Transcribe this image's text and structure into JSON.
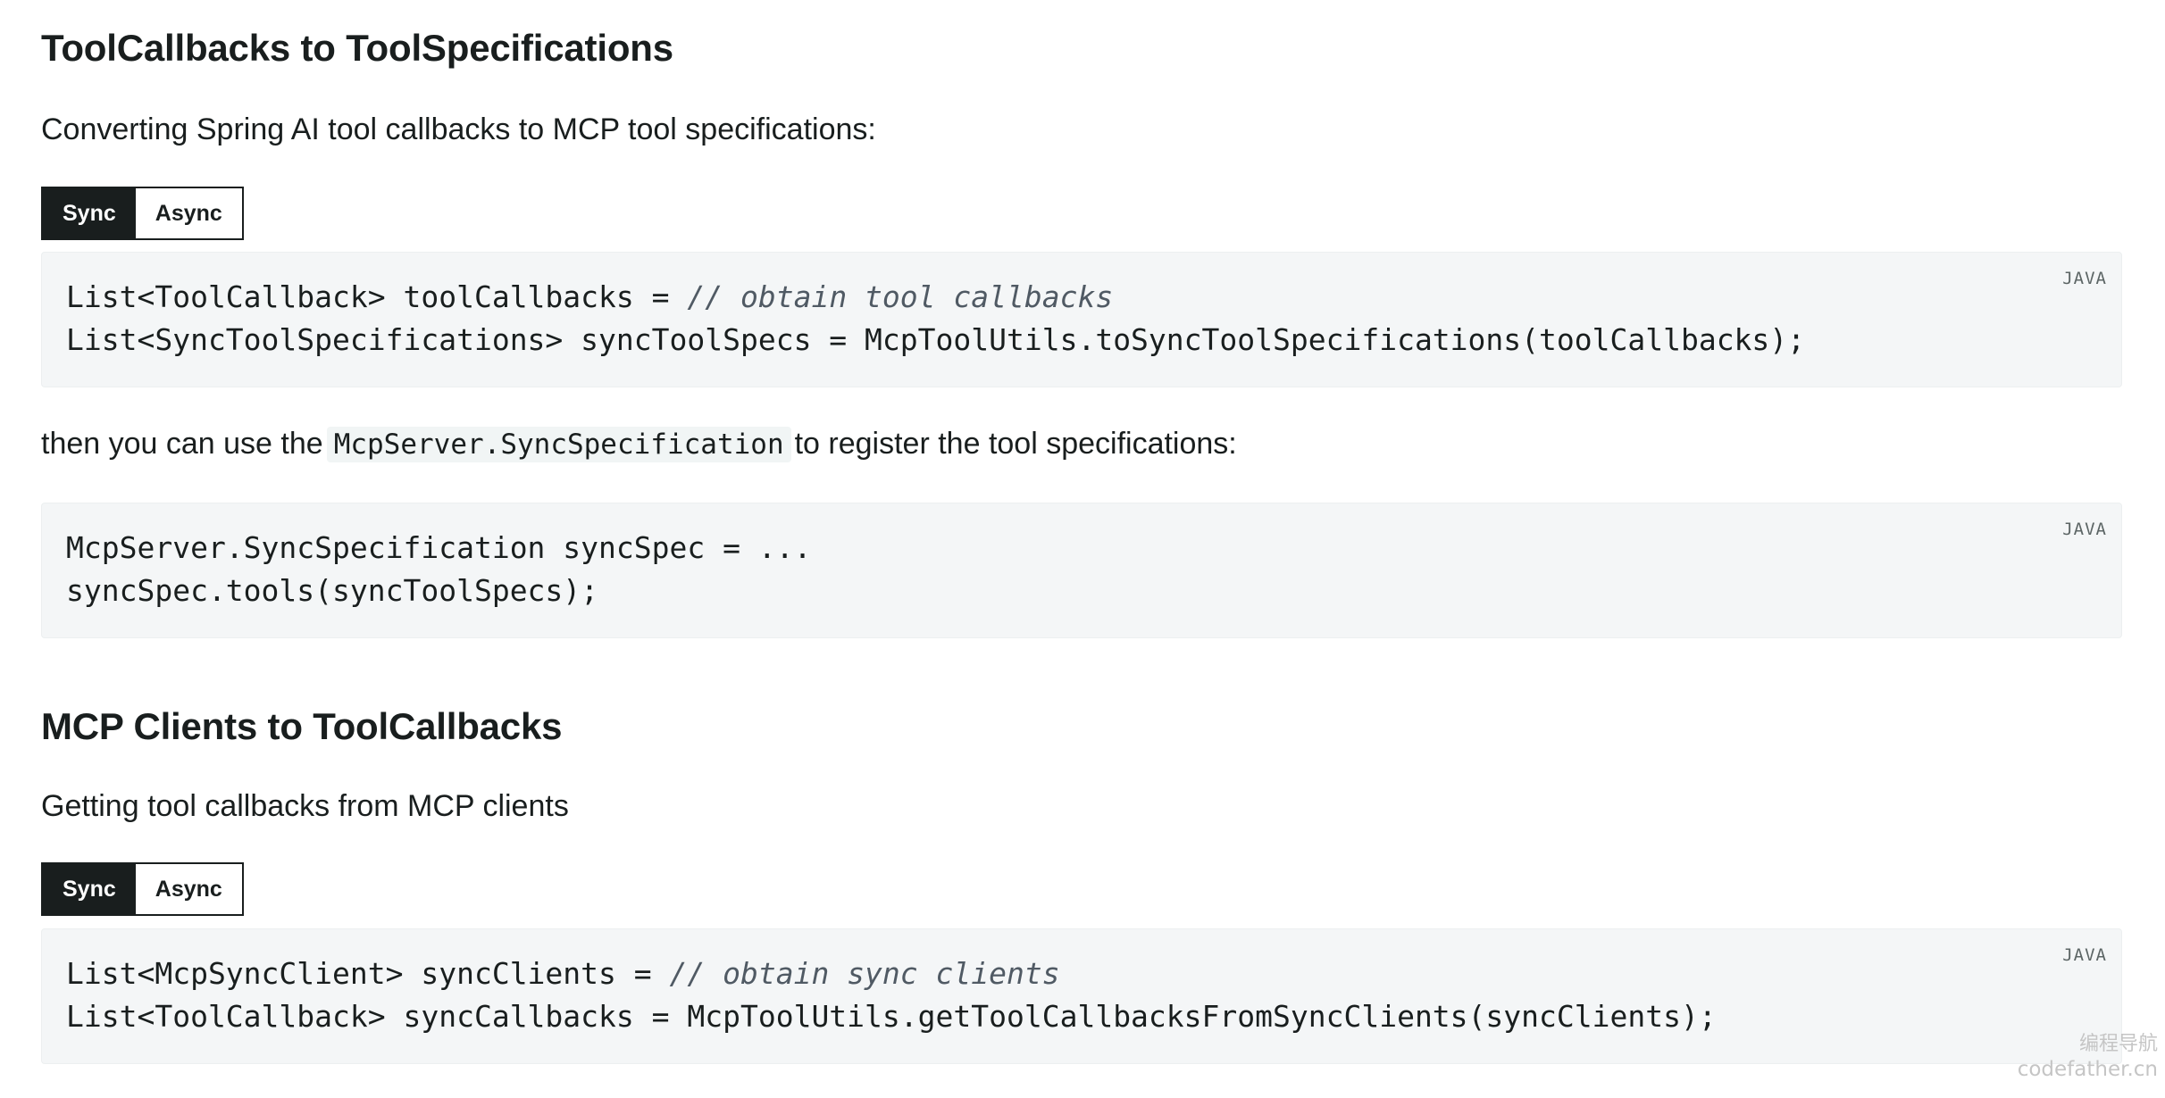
{
  "sections": [
    {
      "heading": "ToolCallbacks to ToolSpecifications",
      "intro": "Converting Spring AI tool callbacks to MCP tool specifications:",
      "tabs": [
        "Sync",
        "Async"
      ],
      "code_lang": "JAVA",
      "code_lines": [
        {
          "code": "List<ToolCallback> toolCallbacks = ",
          "comment": "// obtain tool callbacks"
        },
        {
          "code": "List<SyncToolSpecifications> syncToolSpecs = McpToolUtils.toSyncToolSpecifications(toolCallbacks);",
          "comment": ""
        }
      ],
      "followup_before": "then you can use the",
      "followup_code": "McpServer.SyncSpecification",
      "followup_after": "to register the tool specifications:",
      "code2_lang": "JAVA",
      "code2_lines": [
        "McpServer.SyncSpecification syncSpec = ...",
        "syncSpec.tools(syncToolSpecs);"
      ]
    },
    {
      "heading": "MCP Clients to ToolCallbacks",
      "intro": "Getting tool callbacks from MCP clients",
      "tabs": [
        "Sync",
        "Async"
      ],
      "code_lang": "JAVA",
      "code_lines": [
        {
          "code": "List<McpSyncClient> syncClients = ",
          "comment": "// obtain sync clients"
        },
        {
          "code": "List<ToolCallback> syncCallbacks = McpToolUtils.getToolCallbacksFromSyncClients(syncClients);",
          "comment": ""
        }
      ]
    }
  ],
  "active_tab": "Sync",
  "watermark": {
    "line1": "编程导航",
    "line2": "codefather.cn"
  },
  "colors": {
    "text": "#191e1e",
    "code_bg": "#f4f6f7",
    "comment": "#505a64",
    "tab_active_bg": "#191e1e"
  }
}
